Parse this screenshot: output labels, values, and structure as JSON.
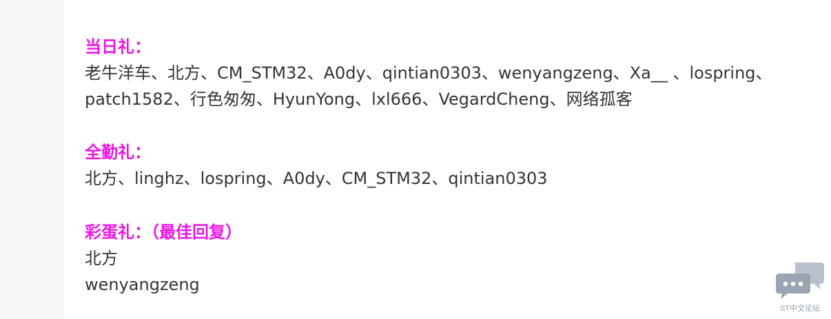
{
  "sections": [
    {
      "heading": "当日礼：",
      "lines": [
        "老牛洋车、北方、CM_STM32、A0dy、qintian0303、wenyangzeng、Xa__ 、lospring、",
        "patch1582、行色匆匆、HyunYong、lxl666、VegardCheng、网络孤客"
      ]
    },
    {
      "heading": "全勤礼：",
      "lines": [
        "北方、linghz、lospring、A0dy、CM_STM32、qintian0303"
      ]
    },
    {
      "heading": "彩蛋礼：（最佳回复）",
      "lines": [
        "北方",
        "wenyangzeng"
      ]
    }
  ],
  "widget": {
    "icon": "chat-bubbles-icon",
    "label": "ST中文论坛"
  },
  "colors": {
    "heading": "#ee14e6",
    "text": "#333333",
    "icon": "#9aa4b2"
  }
}
